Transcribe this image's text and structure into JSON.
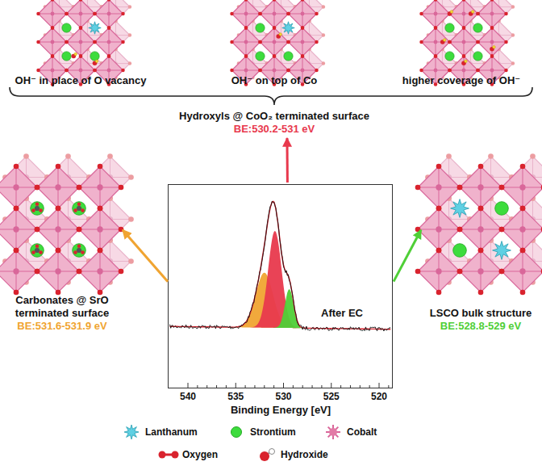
{
  "diagram": {
    "nodes": [
      {
        "text": [
          "OH⁻ in place of O vacancy"
        ]
      },
      {
        "text": [
          "OH⁻ on top of Co"
        ]
      },
      {
        "text": [
          "higher coverage of OH⁻"
        ]
      },
      {
        "text": [
          "Hydroxyls @ CoO₂ terminated surface",
          "BE:530.2-531 eV"
        ]
      },
      {
        "text": [
          "Carbonates @ SrO terminated surface",
          "BE:531.6-531.9 eV"
        ]
      },
      {
        "text": [
          "After EC",
          "Binding Energy [eV]"
        ]
      },
      {
        "text": [
          "LSCO bulk structure",
          "BE:528.8-529 eV"
        ]
      }
    ],
    "edges": [
      {
        "from": 5,
        "to": 3,
        "arrow": "to"
      },
      {
        "from": 5,
        "to": 4,
        "arrow": "to"
      },
      {
        "from": 5,
        "to": 6,
        "arrow": "to"
      }
    ],
    "labels": [
      "540",
      "535",
      "530",
      "525",
      "520"
    ],
    "legend": [
      {
        "text": "Lanthanum"
      },
      {
        "text": "Strontium"
      },
      {
        "text": "Cobalt"
      },
      {
        "text": "Oxygen"
      },
      {
        "text": "Hydroxide"
      }
    ]
  }
}
